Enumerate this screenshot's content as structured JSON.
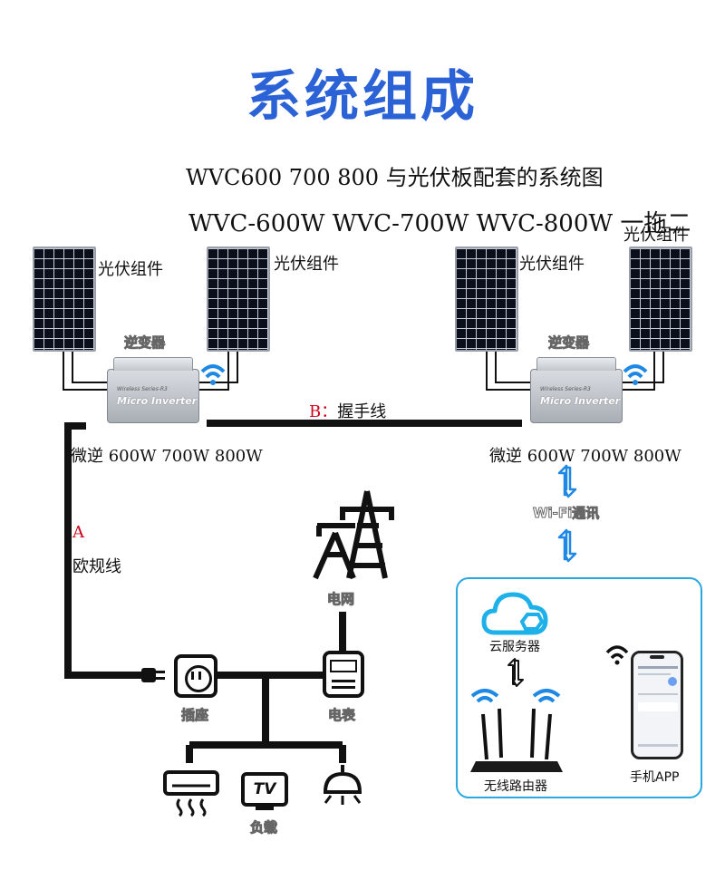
{
  "title": "系统组成",
  "subtitle_line1": "WVC600 700 800 与光伏板配套的系统图",
  "subtitle_line2": "WVC-600W WVC-700W WVC-800W 一拖二",
  "pv_label": "光伏组件",
  "inverter_label": "逆变器",
  "inverter_series": "Wireless Series-R3",
  "inverter_name": "Micro Inverter",
  "micro_inverter_caption": "微逆 600W 700W 800W",
  "cable_b_letter": "B：",
  "cable_b_label": "握手线",
  "cable_a_letter": "A",
  "cable_a_label": "欧规线",
  "wifi_label": "Wi-Fi通讯",
  "grid_label": "电网",
  "socket_label": "插座",
  "meter_label": "电表",
  "load_label": "负载",
  "cloud_label": "云服务器",
  "router_label": "无线路由器",
  "phone_label": "手机APP",
  "tv_icon_text": "TV",
  "colors": {
    "title_blue": "#2b62d6",
    "accent_red": "#d0021b",
    "wifi_blue": "#1e88e5",
    "frame_cyan": "#29a8e0"
  }
}
